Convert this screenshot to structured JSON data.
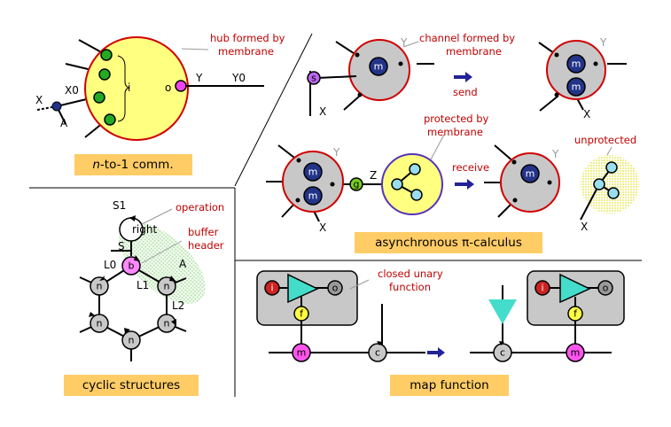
{
  "panels": {
    "n_to_1": {
      "caption": "n-to-1 comm.",
      "caption_italic": "n",
      "hub_label": "hub formed by\nmembrane",
      "labels": {
        "x": "X",
        "x0": "X0",
        "a": "A",
        "i": "i",
        "o": "o",
        "y": "Y",
        "y0": "Y0"
      }
    },
    "pi": {
      "caption": "asynchronous π-calculus",
      "channel_label": "channel formed by\nmembrane",
      "send": "send",
      "receive": "receive",
      "protected": "protected by\nmembrane",
      "unprotected": "unprotected",
      "labels": {
        "m": "m",
        "s": "s",
        "g": "g",
        "x": "X",
        "y": "Y",
        "z": "Z"
      }
    },
    "cyclic": {
      "caption": "cyclic structures",
      "operation": "operation",
      "buffer_header": "buffer\nheader",
      "labels": {
        "s1": "S1",
        "right": "right",
        "s": "S",
        "l0": "L0",
        "l1": "L1",
        "l2": "L2",
        "a": "A",
        "b": "b",
        "n": "n"
      }
    },
    "map": {
      "caption": "map function",
      "closed_unary": "closed unary\nfunction",
      "labels": {
        "i": "i",
        "o": "o",
        "f": "f",
        "m": "m",
        "c": "c"
      }
    }
  },
  "colors": {
    "yellow": "#ffff80",
    "membrane_red": "#d00000",
    "grey_node": "#c8c8c8",
    "dark_blue": "#223388",
    "green": "#22aa22",
    "magenta": "#ee44ee",
    "pink": "#ff88ff",
    "light_blue": "#99ddee",
    "cyan": "#44ddcc",
    "caption_bg": "#ffcc66",
    "arrow_blue": "#222299",
    "inner_red": "#cc2222"
  },
  "icons": [
    "arrow-right-icon",
    "triangle-function-icon"
  ]
}
